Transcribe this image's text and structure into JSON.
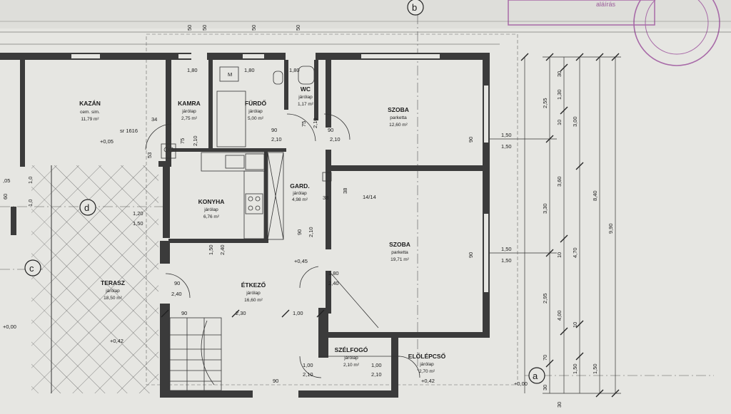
{
  "colors": {
    "paper": "#e6e6e2",
    "wall": "#3a3a3a",
    "line": "#2a2a2a",
    "stamp": "#a86aa8"
  },
  "axes": {
    "a": "a",
    "b": "b",
    "c": "c",
    "d": "d"
  },
  "rooms": {
    "kazan": {
      "name": "KAZÁN",
      "finish": "cem. sim.",
      "area": "11,79 m²"
    },
    "kamra": {
      "name": "KAMRA",
      "finish": "járólap",
      "area": "2,75 m²"
    },
    "furdo": {
      "name": "FÜRDŐ",
      "finish": "járólap",
      "area": "5,00 m²"
    },
    "wc": {
      "name": "WC",
      "finish": "járólap",
      "area": "1,17 m²"
    },
    "szoba1": {
      "name": "SZOBA",
      "finish": "parketta",
      "area": "12,60 m²"
    },
    "konyha": {
      "name": "KONYHA",
      "finish": "járólap",
      "area": "6,76 m²"
    },
    "gard": {
      "name": "GARD.",
      "finish": "járólap",
      "area": "4,98 m²"
    },
    "szoba2": {
      "name": "SZOBA",
      "finish": "parketta",
      "area": "19,71 m²"
    },
    "terasz": {
      "name": "TERASZ",
      "finish": "járólap",
      "area": "18,50 m²"
    },
    "etkezo": {
      "name": "ÉTKEZŐ",
      "finish": "járólap",
      "area": "16,60 m²"
    },
    "szelfogo": {
      "name": "SZÉLFOGÓ",
      "finish": "járólap",
      "area": "2,10 m²"
    },
    "elolepcso": {
      "name": "ELŐLÉPCSŐ",
      "finish": "járólap",
      "area": "2,70 m²"
    }
  },
  "levels": {
    "l1": "+0,05",
    "l2": "+0,45",
    "l3": "+0,42",
    "l4": "+0,00",
    "l5": "+0,00",
    "l6": "+0,42"
  },
  "notes": {
    "sr": "sr 1616",
    "tag": "14/14",
    "m": "M",
    "stamp": "aláírás"
  },
  "dims": {
    "top50": "50",
    "top50b": "50",
    "top50c": "50",
    "top50d": "50",
    "d180a": "1,80",
    "d180b": "1,80",
    "d180c": "1,80",
    "d34": "34",
    "d75a": "75",
    "d210a": "2,10",
    "d53": "53",
    "d75b": "75",
    "d210b": "2,10",
    "d90a": "90",
    "d210c": "2,10",
    "d90b": "90",
    "d210d": "2,10",
    "d38a": "38",
    "d38b": "38",
    "d90c": "90",
    "d210e": "2,10",
    "d120": "1,20",
    "d150a": "1,50",
    "d150b": "1,50",
    "d240a": "2,40",
    "d90d": "90",
    "d240b": "2,40",
    "d180d": "1,80",
    "d240c": "2,40",
    "d90e": "90",
    "d230": "2,30",
    "d100a": "1,00",
    "d90f": "90",
    "d100b": "1,00",
    "d210f": "2,10",
    "d100c": "1,00",
    "d210g": "2,10",
    "d90w1": "90",
    "d90w2": "90",
    "r150a": "1,50",
    "r150b": "1,50",
    "r150c": "1,50",
    "r150d": "1,50",
    "v255": "2,55",
    "v130": "1,30",
    "v30a": "30",
    "v300": "3,00",
    "v10a": "10",
    "v330": "3,30",
    "v360": "3,60",
    "v840": "8,40",
    "v10b": "10",
    "v470": "4,70",
    "v990": "9,90",
    "v295": "2,95",
    "v400": "4,00",
    "v10c": "10",
    "v70": "70",
    "v150a": "1,50",
    "v150b": "1,50",
    "v30b": "30",
    "v30c": "30",
    "lft05": ",05",
    "lft10a": "1,0",
    "lft10b": "1,0",
    "lft60": "60"
  }
}
